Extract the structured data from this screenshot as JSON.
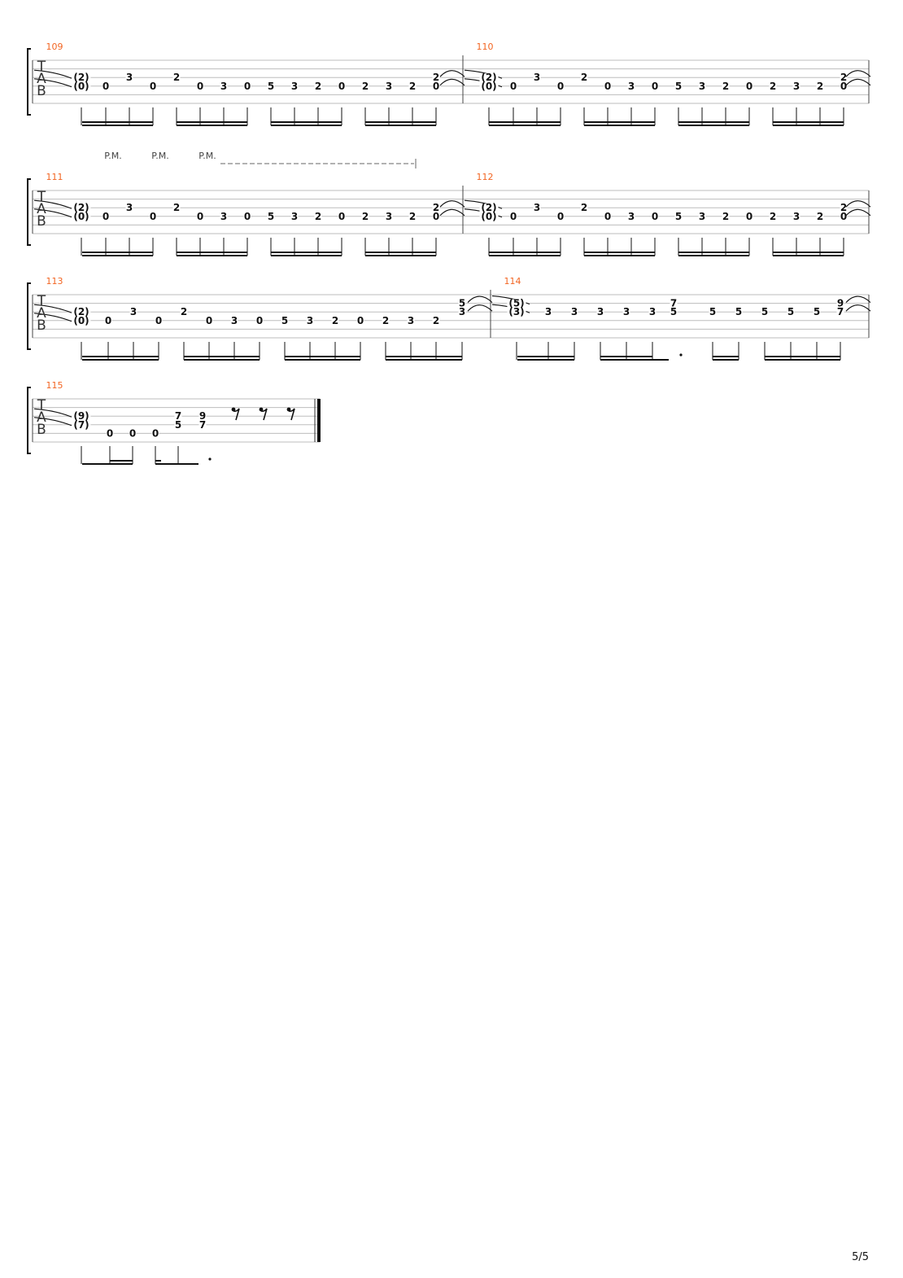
{
  "document": {
    "type": "guitar-tablature",
    "page_number": "5/5",
    "colors": {
      "measure_number": "#f26522",
      "ink": "#000000",
      "staff_line": "#bdbdbd",
      "palm_mute_line": "#666666"
    }
  },
  "tab_clef": [
    "T",
    "A",
    "B"
  ],
  "systems": [
    {
      "id": "system-1",
      "annotations": [],
      "measures": [
        {
          "number": "109",
          "start_ties": true,
          "end_ties": true,
          "notes": [
            {
              "s": 2,
              "f": "(2)"
            },
            {
              "s": 3,
              "f": "(0)"
            },
            {
              "s": 3,
              "f": "0"
            },
            {
              "s": 2,
              "f": "3"
            },
            {
              "s": 3,
              "f": "0"
            },
            {
              "s": 2,
              "f": "2"
            },
            {
              "s": 3,
              "f": "0"
            },
            {
              "s": 3,
              "f": "3"
            },
            {
              "s": 3,
              "f": "0"
            },
            {
              "s": 3,
              "f": "5"
            },
            {
              "s": 3,
              "f": "3"
            },
            {
              "s": 3,
              "f": "2"
            },
            {
              "s": 3,
              "f": "0"
            },
            {
              "s": 3,
              "f": "2"
            },
            {
              "s": 3,
              "f": "3"
            },
            {
              "s": 3,
              "f": "2"
            },
            {
              "s": 2,
              "f": "2"
            },
            {
              "s": 3,
              "f": "0"
            }
          ]
        },
        {
          "number": "110",
          "start_ties": true,
          "end_ties": true,
          "notes": [
            {
              "s": 2,
              "f": "(2)"
            },
            {
              "s": 3,
              "f": "(0)"
            },
            {
              "s": 3,
              "f": "0"
            },
            {
              "s": 2,
              "f": "3"
            },
            {
              "s": 3,
              "f": "0"
            },
            {
              "s": 2,
              "f": "2"
            },
            {
              "s": 3,
              "f": "0"
            },
            {
              "s": 3,
              "f": "3"
            },
            {
              "s": 3,
              "f": "0"
            },
            {
              "s": 3,
              "f": "5"
            },
            {
              "s": 3,
              "f": "3"
            },
            {
              "s": 3,
              "f": "2"
            },
            {
              "s": 3,
              "f": "0"
            },
            {
              "s": 3,
              "f": "2"
            },
            {
              "s": 3,
              "f": "3"
            },
            {
              "s": 3,
              "f": "2"
            },
            {
              "s": 2,
              "f": "2"
            },
            {
              "s": 3,
              "f": "0"
            }
          ]
        }
      ]
    },
    {
      "id": "system-2",
      "annotations": [
        "P.M.",
        "P.M.",
        "P.M."
      ],
      "measures": [
        {
          "number": "111",
          "start_ties": true,
          "end_ties": true,
          "notes": [
            {
              "s": 2,
              "f": "(2)"
            },
            {
              "s": 3,
              "f": "(0)"
            },
            {
              "s": 3,
              "f": "0"
            },
            {
              "s": 2,
              "f": "3"
            },
            {
              "s": 3,
              "f": "0"
            },
            {
              "s": 2,
              "f": "2"
            },
            {
              "s": 3,
              "f": "0"
            },
            {
              "s": 3,
              "f": "3"
            },
            {
              "s": 3,
              "f": "0"
            },
            {
              "s": 3,
              "f": "5"
            },
            {
              "s": 3,
              "f": "3"
            },
            {
              "s": 3,
              "f": "2"
            },
            {
              "s": 3,
              "f": "0"
            },
            {
              "s": 3,
              "f": "2"
            },
            {
              "s": 3,
              "f": "3"
            },
            {
              "s": 3,
              "f": "2"
            },
            {
              "s": 2,
              "f": "2"
            },
            {
              "s": 3,
              "f": "0"
            }
          ]
        },
        {
          "number": "112",
          "start_ties": true,
          "end_ties": true,
          "notes": [
            {
              "s": 2,
              "f": "(2)"
            },
            {
              "s": 3,
              "f": "(0)"
            },
            {
              "s": 3,
              "f": "0"
            },
            {
              "s": 2,
              "f": "3"
            },
            {
              "s": 3,
              "f": "0"
            },
            {
              "s": 2,
              "f": "2"
            },
            {
              "s": 3,
              "f": "0"
            },
            {
              "s": 3,
              "f": "3"
            },
            {
              "s": 3,
              "f": "0"
            },
            {
              "s": 3,
              "f": "5"
            },
            {
              "s": 3,
              "f": "3"
            },
            {
              "s": 3,
              "f": "2"
            },
            {
              "s": 3,
              "f": "0"
            },
            {
              "s": 3,
              "f": "2"
            },
            {
              "s": 3,
              "f": "3"
            },
            {
              "s": 3,
              "f": "2"
            },
            {
              "s": 2,
              "f": "2"
            },
            {
              "s": 3,
              "f": "0"
            }
          ]
        }
      ]
    },
    {
      "id": "system-3",
      "annotations": [],
      "measures": [
        {
          "number": "113",
          "start_ties": true,
          "end_ties": true,
          "notes": [
            {
              "s": 2,
              "f": "(2)"
            },
            {
              "s": 3,
              "f": "(0)"
            },
            {
              "s": 3,
              "f": "0"
            },
            {
              "s": 2,
              "f": "3"
            },
            {
              "s": 3,
              "f": "0"
            },
            {
              "s": 2,
              "f": "2"
            },
            {
              "s": 3,
              "f": "0"
            },
            {
              "s": 3,
              "f": "3"
            },
            {
              "s": 3,
              "f": "0"
            },
            {
              "s": 3,
              "f": "5"
            },
            {
              "s": 3,
              "f": "3"
            },
            {
              "s": 3,
              "f": "2"
            },
            {
              "s": 3,
              "f": "0"
            },
            {
              "s": 3,
              "f": "2"
            },
            {
              "s": 3,
              "f": "3"
            },
            {
              "s": 3,
              "f": "2"
            },
            {
              "s": 1,
              "f": "5"
            },
            {
              "s": 2,
              "f": "3"
            }
          ]
        },
        {
          "number": "114",
          "start_ties": true,
          "end_ties": true,
          "notes": [
            {
              "s": 1,
              "f": "(5)"
            },
            {
              "s": 2,
              "f": "(3)"
            },
            {
              "s": 2,
              "f": "3"
            },
            {
              "s": 2,
              "f": "3"
            },
            {
              "s": 2,
              "f": "3"
            },
            {
              "s": 2,
              "f": "3"
            },
            {
              "s": 2,
              "f": "3"
            },
            {
              "s": 1,
              "f": "7"
            },
            {
              "s": 2,
              "f": "5"
            },
            {
              "s": 2,
              "f": "5"
            },
            {
              "s": 2,
              "f": "5"
            },
            {
              "s": 2,
              "f": "5"
            },
            {
              "s": 2,
              "f": "5"
            },
            {
              "s": 2,
              "f": "5"
            },
            {
              "s": 1,
              "f": "9"
            },
            {
              "s": 2,
              "f": "7"
            }
          ]
        }
      ]
    },
    {
      "id": "system-4",
      "annotations": [],
      "measures": [
        {
          "number": "115",
          "start_ties": true,
          "end_ties": false,
          "final_barline": true,
          "notes": [
            {
              "s": 2,
              "f": "(9)"
            },
            {
              "s": 3,
              "f": "(7)"
            },
            {
              "s": 4,
              "f": "0"
            },
            {
              "s": 4,
              "f": "0"
            },
            {
              "s": 4,
              "f": "0"
            },
            {
              "s": 2,
              "f": "7"
            },
            {
              "s": 3,
              "f": "5"
            },
            {
              "s": 2,
              "f": "9"
            },
            {
              "s": 3,
              "f": "7"
            }
          ],
          "rests": [
            "eighth-rest",
            "eighth-rest",
            "eighth-rest"
          ]
        }
      ]
    }
  ]
}
